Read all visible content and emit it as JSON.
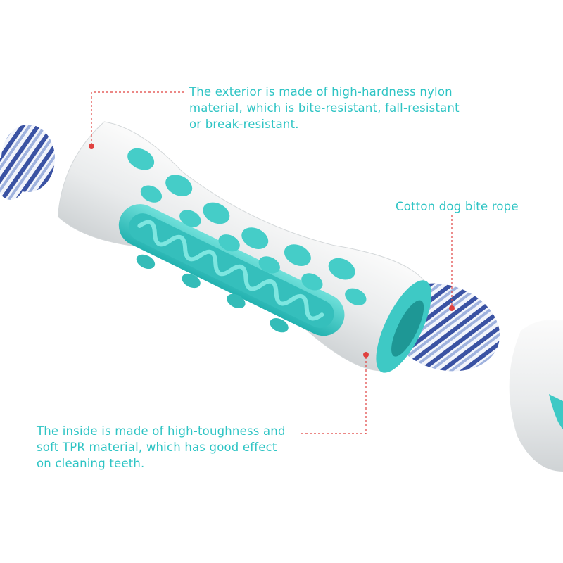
{
  "annotations": {
    "exterior": "The exterior is made of high-hardness nylon\nmaterial, which is bite-resistant, fall-resistant\nor break-resistant.",
    "rope": "Cotton dog bite rope",
    "inside": "The inside is made of high-toughness and\nsoft TPR material, which has good effect\non cleaning teeth."
  },
  "colors": {
    "text": "#2ec4c4",
    "leader": "#e0413f",
    "nylon": "#e6e8e9",
    "tpr": "#3ec9c5",
    "rope_blue": "#3f58a8",
    "rope_light": "#b8c6e6"
  }
}
